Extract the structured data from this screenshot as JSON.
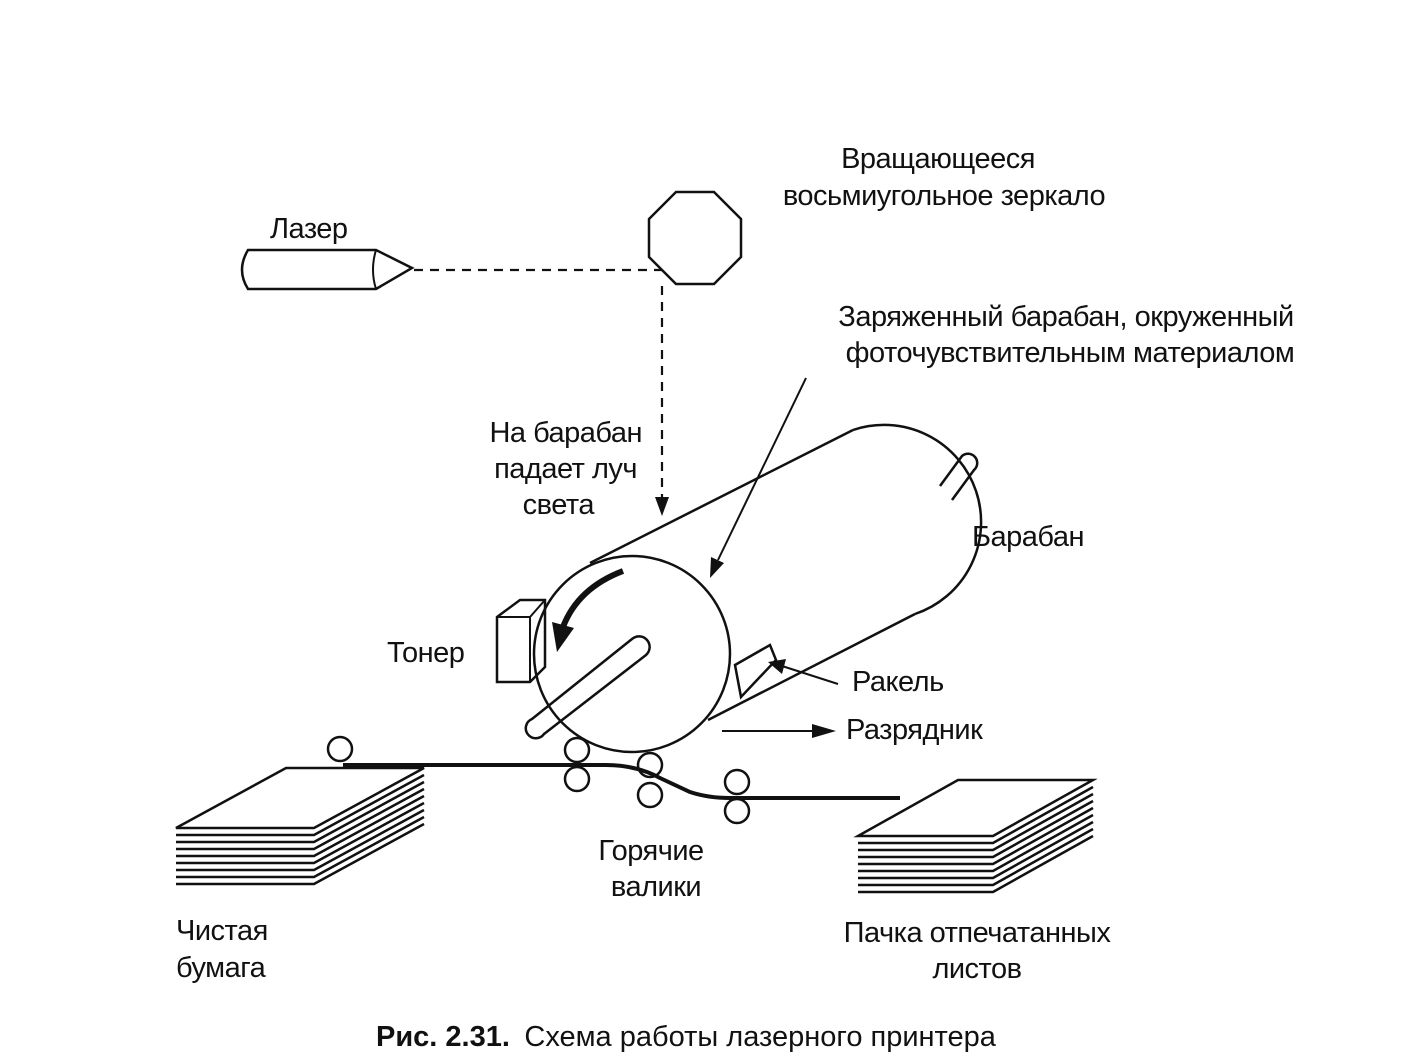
{
  "labels": {
    "mirror_line1": "Вращающееся",
    "mirror_line2": "восьмиугольное зеркало",
    "laser": "Лазер",
    "charged_drum_line1": "Заряженный барабан, окруженный",
    "charged_drum_line2": "фоточувствительным материалом",
    "beam_line1": "На барабан",
    "beam_line2": "падает луч",
    "beam_line3": "света",
    "drum": "Барабан",
    "toner": "Тонер",
    "squeegee": "Ракель",
    "discharger": "Разрядник",
    "hot_rollers_line1": "Горячие",
    "hot_rollers_line2": "валики",
    "clean_paper_line1": "Чистая",
    "clean_paper_line2": "бумага",
    "printed_stack_line1": "Пачка отпечатанных",
    "printed_stack_line2": "листов"
  },
  "caption": {
    "number": "Рис. 2.31.",
    "text": "Схема работы лазерного принтера"
  }
}
